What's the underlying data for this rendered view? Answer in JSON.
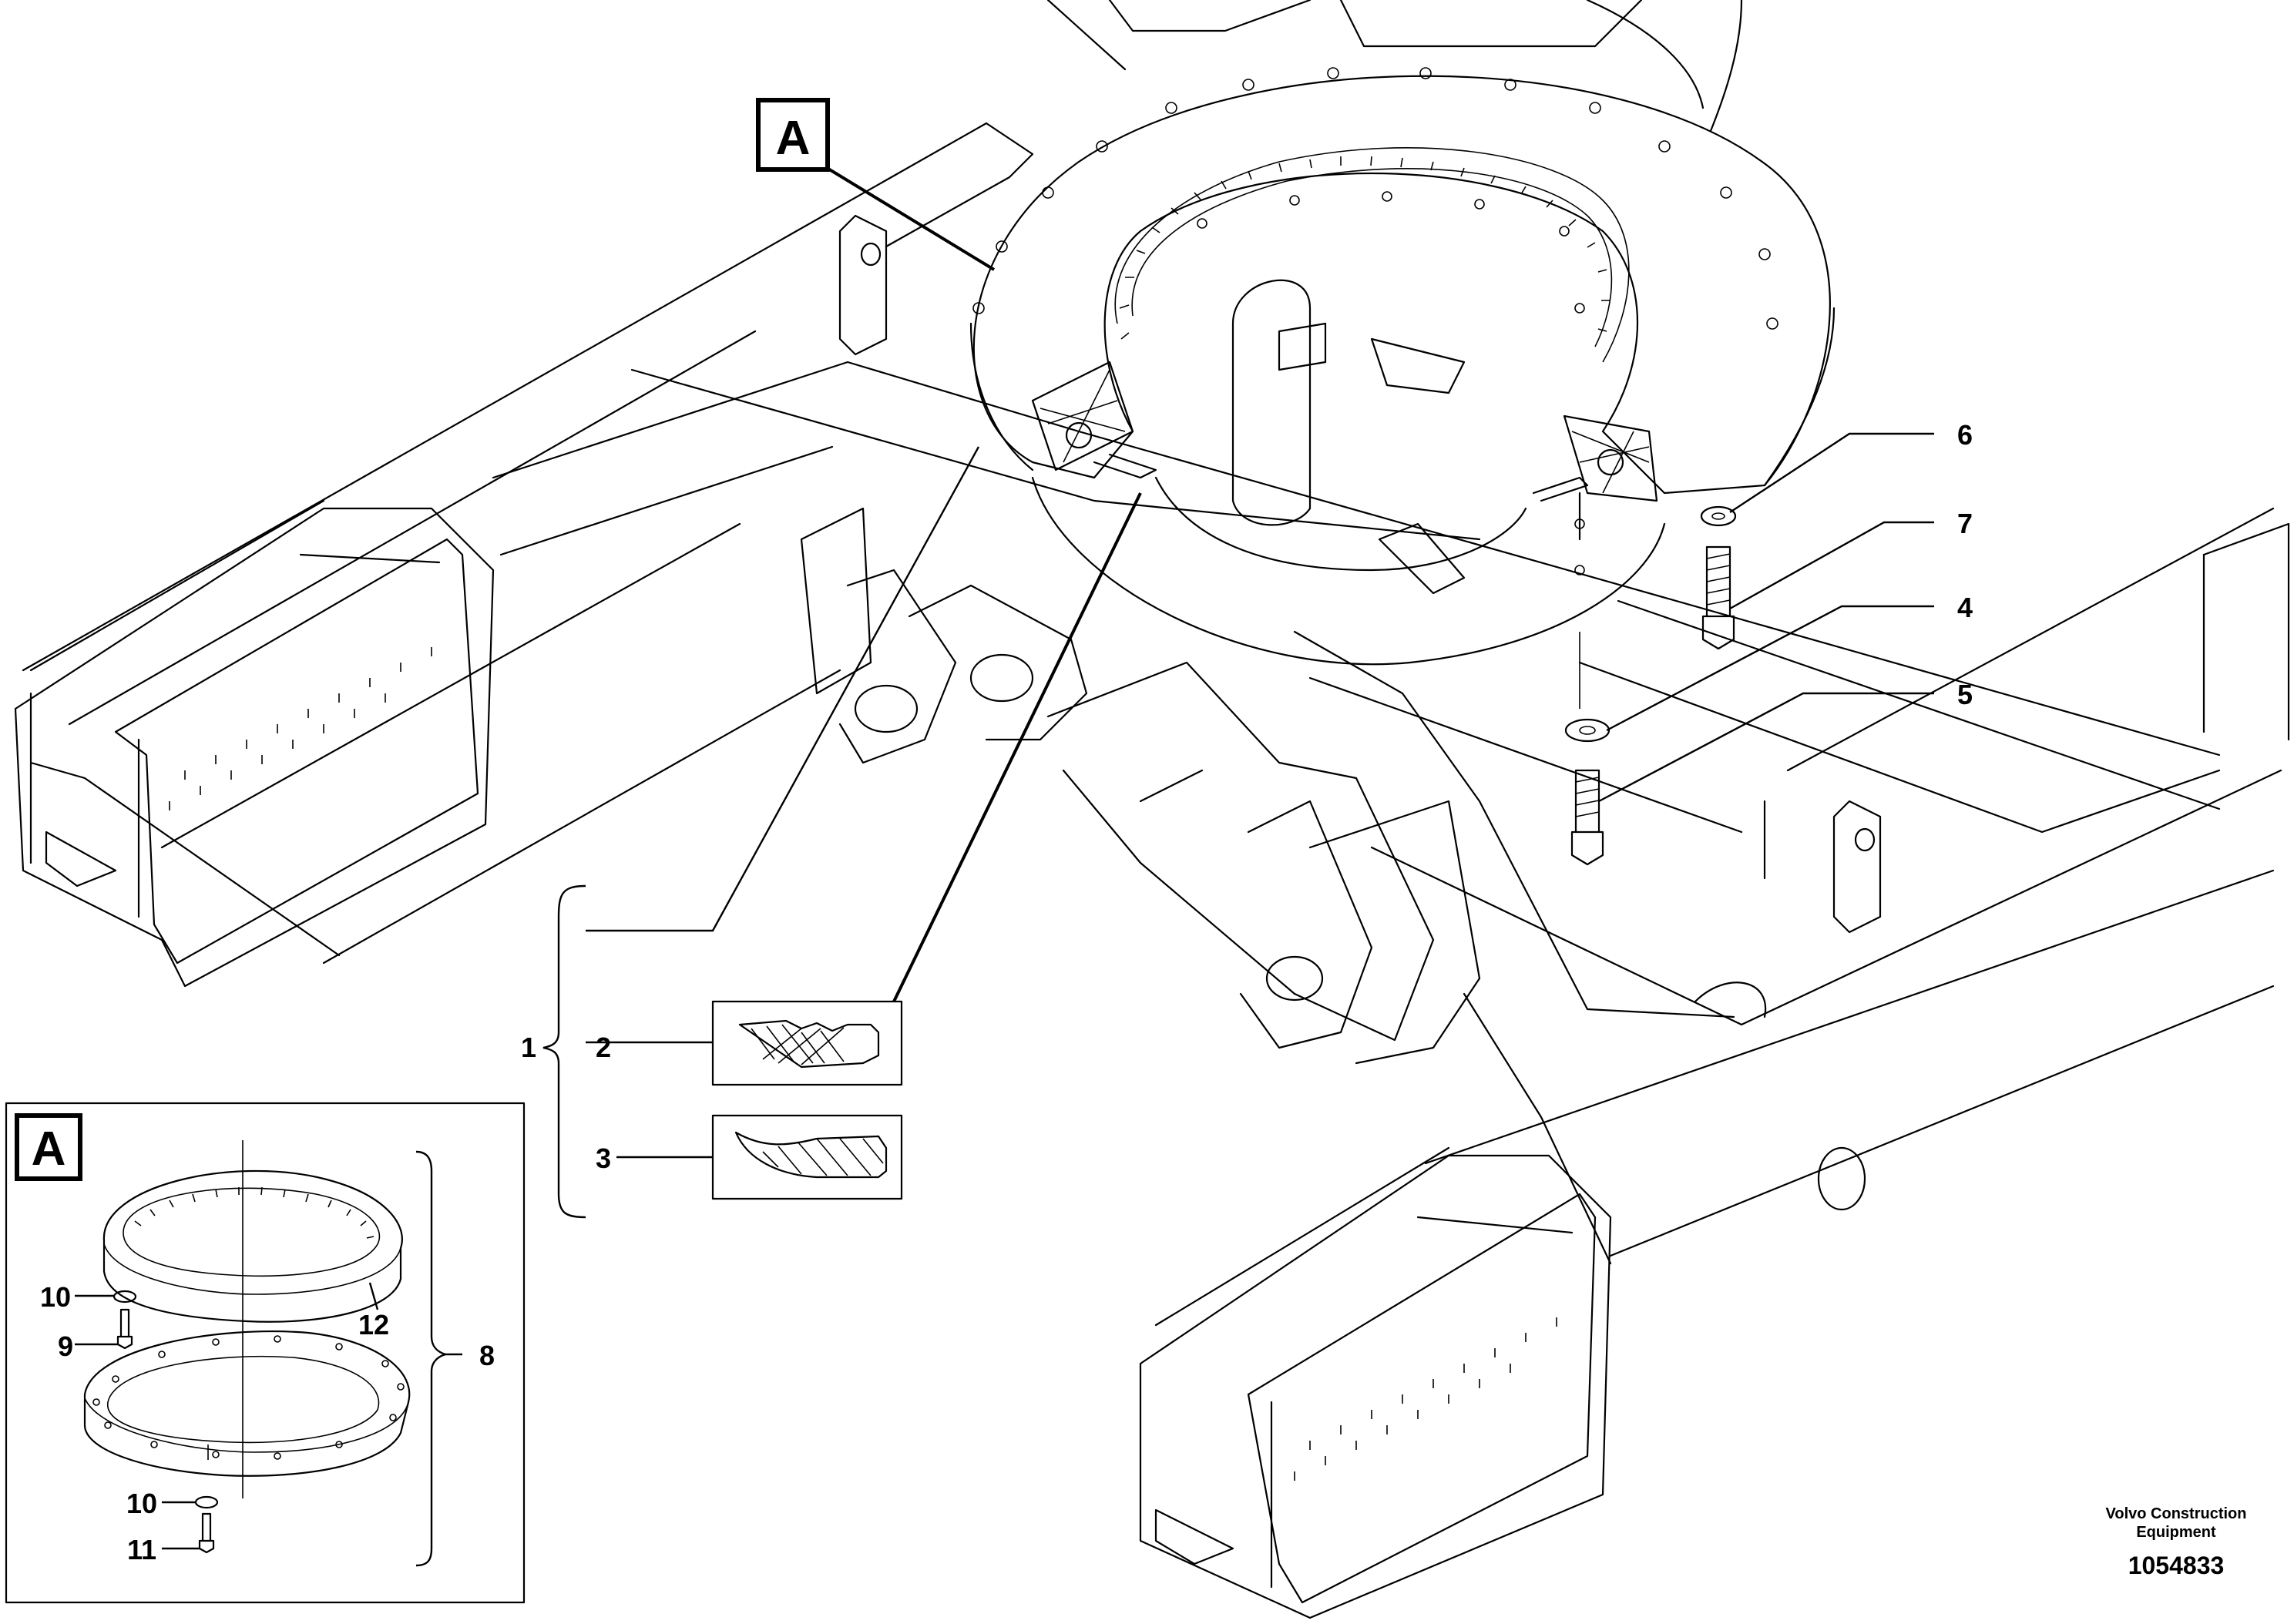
{
  "callouts": {
    "box_a_main": "A",
    "box_a_inset": "A",
    "n1": "1",
    "n2": "2",
    "n3": "3",
    "n4": "4",
    "n5": "5",
    "n6": "6",
    "n7": "7",
    "n8": "8",
    "n9": "9",
    "n10a": "10",
    "n10b": "10",
    "n11": "11",
    "n12": "12"
  },
  "footer": {
    "company_line1": "Volvo Construction",
    "company_line2": "Equipment",
    "drawing_number": "1054833"
  }
}
